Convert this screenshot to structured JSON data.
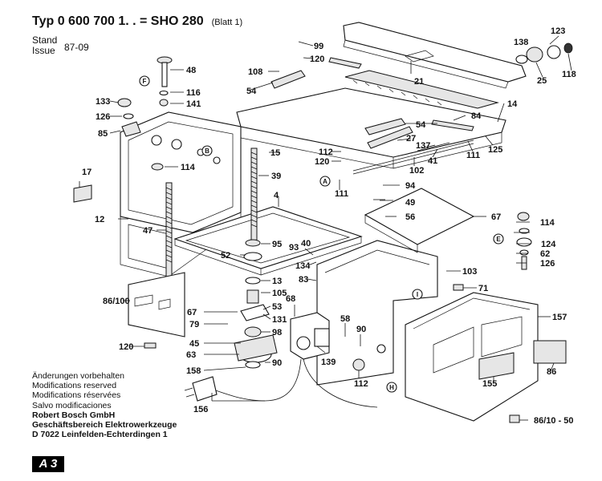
{
  "header": {
    "title": "Typ 0 600 700 1. . = SHO 280",
    "sheet": "(Blatt 1)",
    "stand_label_1": "Stand",
    "stand_label_2": "Issue",
    "stand_value": "87-09"
  },
  "notes": {
    "lines": [
      "Änderungen vorbehalten",
      "Modifications reserved",
      "Modifications réservées",
      "Salvo modificaciones"
    ],
    "company": [
      "Robert Bosch GmbH",
      "Geschäftsbereich Elektrowerkzeuge",
      "D 7022 Leinfelden-Echterdingen 1"
    ]
  },
  "page_badge": "A 3",
  "callout_letters": [
    "F",
    "B",
    "A",
    "E",
    "H",
    "I"
  ],
  "part_numbers": [
    "99",
    "138",
    "123",
    "48",
    "120",
    "108",
    "116",
    "54",
    "21",
    "25",
    "118",
    "141",
    "133",
    "126",
    "85",
    "84",
    "14",
    "54",
    "27",
    "137",
    "112",
    "120",
    "125",
    "111",
    "41",
    "102",
    "114",
    "15",
    "17",
    "39",
    "4",
    "111",
    "94",
    "49",
    "12",
    "56",
    "67",
    "114",
    "47",
    "40",
    "95",
    "52",
    "134",
    "124",
    "62",
    "126",
    "103",
    "83",
    "13",
    "71",
    "105",
    "53",
    "68",
    "86/100",
    "67",
    "131",
    "58",
    "157",
    "79",
    "98",
    "45",
    "90",
    "63",
    "90",
    "139",
    "120",
    "86",
    "112",
    "155",
    "158",
    "156",
    "86/10 - 50",
    "93"
  ]
}
